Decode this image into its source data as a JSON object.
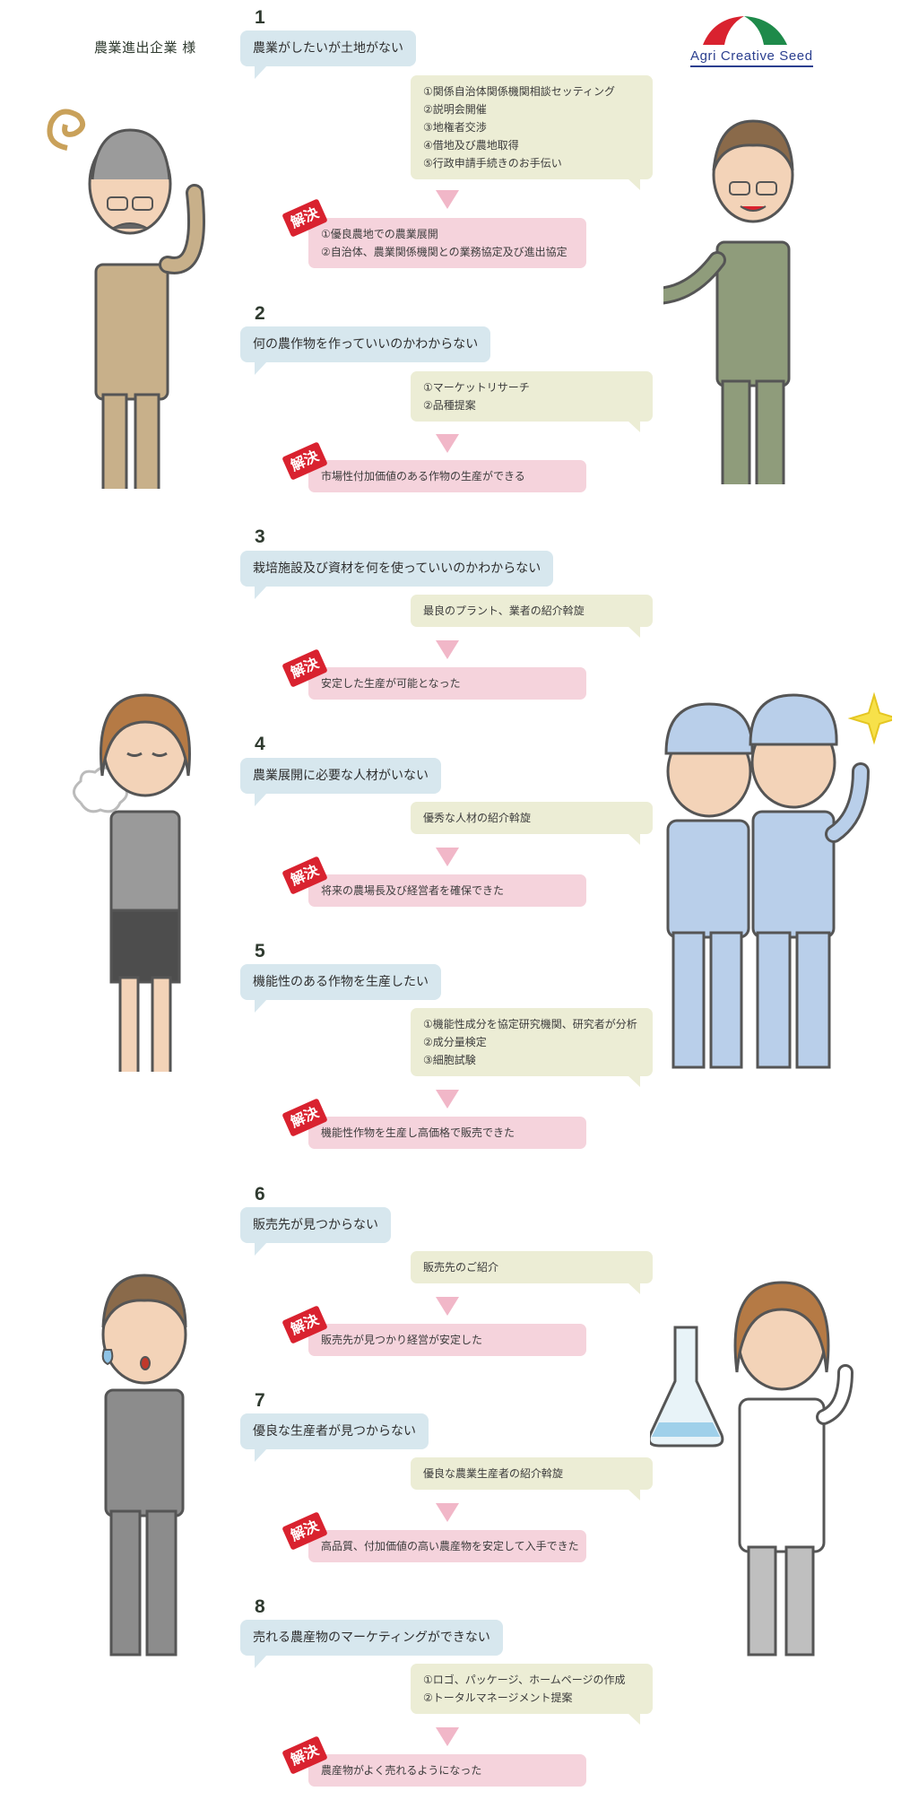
{
  "client_label": "農業進出企業 様",
  "logo": {
    "text": "Agri Creative Seed"
  },
  "colors": {
    "problem": "#d7e7ee",
    "service": "#ecedd5",
    "solution": "#f5d3dc",
    "badge": "#d9222f",
    "arrow": "#f1b7c8"
  },
  "badge_label": "解決",
  "sections": [
    {
      "number": "1",
      "problem": "農業がしたいが土地がない",
      "services": [
        "①関係自治体関係機関相談セッティング",
        "②説明会開催",
        "③地権者交渉",
        "④借地及び農地取得",
        "⑤行政申請手続きのお手伝い"
      ],
      "solutions": [
        "①優良農地での農業展開",
        "②自治体、農業関係機関との業務協定及び進出協定"
      ]
    },
    {
      "number": "2",
      "problem": "何の農作物を作っていいのかわからない",
      "services": [
        "①マーケットリサーチ",
        "②品種提案"
      ],
      "solutions": [
        "市場性付加価値のある作物の生産ができる"
      ]
    },
    {
      "number": "3",
      "problem": "栽培施設及び資材を何を使っていいのかわからない",
      "services": [
        "最良のプラント、業者の紹介斡旋"
      ],
      "solutions": [
        "安定した生産が可能となった"
      ]
    },
    {
      "number": "4",
      "problem": "農業展開に必要な人材がいない",
      "services": [
        "優秀な人材の紹介斡旋"
      ],
      "solutions": [
        "将来の農場長及び経営者を確保できた"
      ]
    },
    {
      "number": "5",
      "problem": "機能性のある作物を生産したい",
      "services": [
        "①機能性成分を協定研究機関、研究者が分析",
        "②成分量検定",
        "③細胞試験"
      ],
      "solutions": [
        "機能性作物を生産し高価格で販売できた"
      ]
    },
    {
      "number": "6",
      "problem": "販売先が見つからない",
      "services": [
        "販売先のご紹介"
      ],
      "solutions": [
        "販売先が見つかり経営が安定した"
      ]
    },
    {
      "number": "7",
      "problem": "優良な生産者が見つからない",
      "services": [
        "優良な農業生産者の紹介斡旋"
      ],
      "solutions": [
        "高品質、付加価値の高い農産物を安定して入手できた"
      ]
    },
    {
      "number": "8",
      "problem": "売れる農産物のマーケティングができない",
      "services": [
        "①ロゴ、パッケージ、ホームページの作成",
        "②トータルマネージメント提案"
      ],
      "solutions": [
        "農産物がよく売れるようになった"
      ]
    }
  ]
}
